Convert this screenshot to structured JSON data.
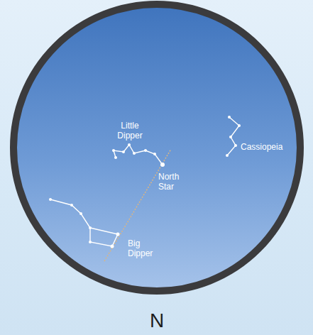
{
  "diagram": {
    "labels": [
      "Little Dipper",
      "North Star",
      "Cassiopeia",
      "Big Dipper",
      "N"
    ]
  }
}
